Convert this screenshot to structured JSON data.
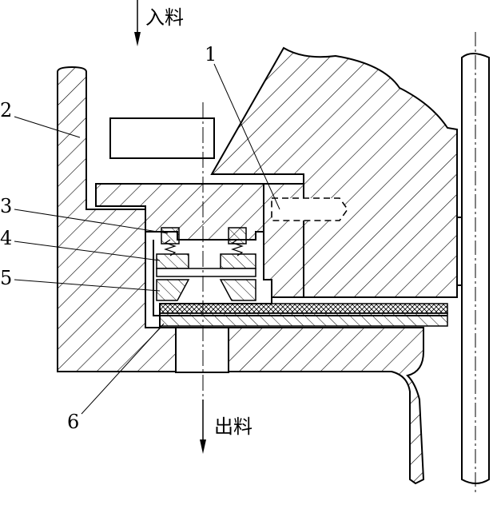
{
  "labels": {
    "inlet": "入料",
    "outlet": "出料",
    "part1": "1",
    "part2": "2",
    "part3": "3",
    "part4": "4",
    "part5": "5",
    "part6": "6"
  },
  "style": {
    "line_color": "#000000",
    "background": "#ffffff"
  }
}
